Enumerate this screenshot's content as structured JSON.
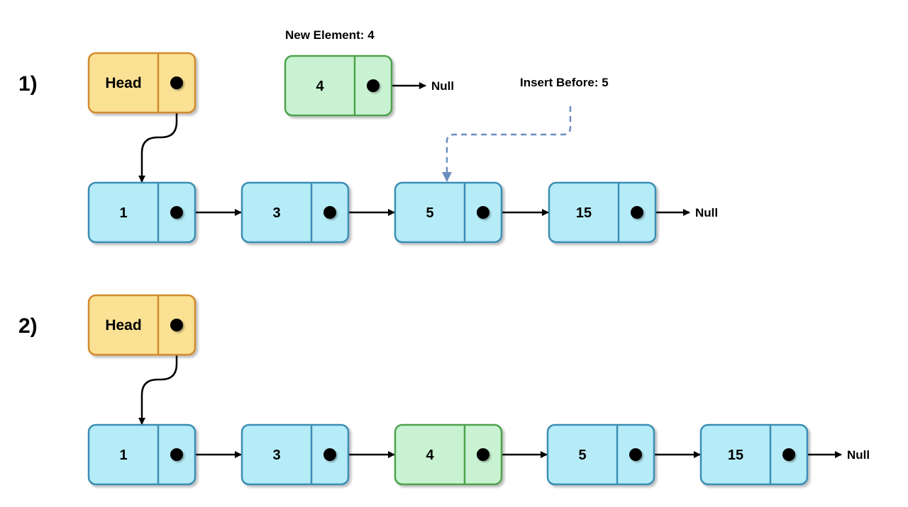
{
  "colors": {
    "node_fill": "#b6ecf7",
    "node_stroke": "#3b8eb4",
    "head_fill": "#fae194",
    "head_stroke": "#d18b2e",
    "new_fill": "#c8f2d1",
    "new_stroke": "#4ea24e",
    "guide_stroke": "#6c8ebf",
    "arrow": "#000000"
  },
  "step1": {
    "label": "1)",
    "head_label": "Head",
    "new_element_caption": "New Element: 4",
    "new_node_value": "4",
    "insert_before_caption": "Insert Before: 5",
    "list": [
      "1",
      "3",
      "5",
      "15"
    ],
    "null_label": "Null",
    "new_node_null_label": "Null"
  },
  "step2": {
    "label": "2)",
    "head_label": "Head",
    "list": [
      "1",
      "3",
      "4",
      "5",
      "15"
    ],
    "highlight_value": "4",
    "null_label": "Null"
  }
}
